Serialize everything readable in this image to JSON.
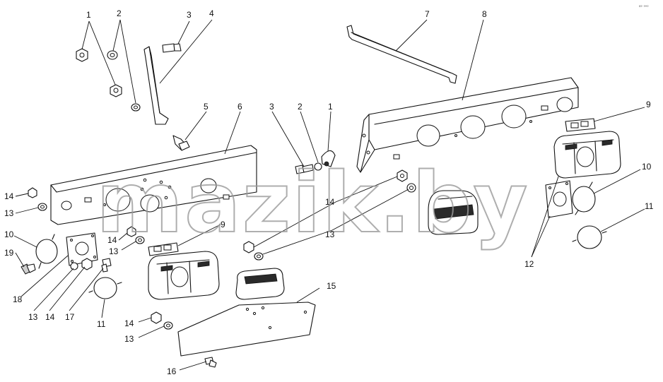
{
  "watermark": "mazik.by",
  "corner_mark": "⁰° °°°",
  "callouts": [
    {
      "id": "c1a",
      "label": "1"
    },
    {
      "id": "c2a",
      "label": "2"
    },
    {
      "id": "c3a",
      "label": "3"
    },
    {
      "id": "c4",
      "label": "4"
    },
    {
      "id": "c5",
      "label": "5"
    },
    {
      "id": "c6",
      "label": "6"
    },
    {
      "id": "c7",
      "label": "7"
    },
    {
      "id": "c8",
      "label": "8"
    },
    {
      "id": "c3b",
      "label": "3"
    },
    {
      "id": "c2b",
      "label": "2"
    },
    {
      "id": "c1b",
      "label": "1"
    },
    {
      "id": "c9a",
      "label": "9"
    },
    {
      "id": "c10a",
      "label": "10"
    },
    {
      "id": "c11a",
      "label": "11"
    },
    {
      "id": "c14a",
      "label": "14"
    },
    {
      "id": "c13a",
      "label": "13"
    },
    {
      "id": "c10b",
      "label": "10"
    },
    {
      "id": "c19",
      "label": "19"
    },
    {
      "id": "c18",
      "label": "18"
    },
    {
      "id": "c13b",
      "label": "13"
    },
    {
      "id": "c14b",
      "label": "14"
    },
    {
      "id": "c17",
      "label": "17"
    },
    {
      "id": "c11b",
      "label": "11"
    },
    {
      "id": "c14c",
      "label": "14"
    },
    {
      "id": "c13c",
      "label": "13"
    },
    {
      "id": "c9b",
      "label": "9"
    },
    {
      "id": "c14d",
      "label": "14"
    },
    {
      "id": "c13d",
      "label": "13"
    },
    {
      "id": "c14e",
      "label": "14"
    },
    {
      "id": "c13e",
      "label": "13"
    },
    {
      "id": "c15",
      "label": "15"
    },
    {
      "id": "c16",
      "label": "16"
    },
    {
      "id": "c12",
      "label": "12"
    }
  ]
}
